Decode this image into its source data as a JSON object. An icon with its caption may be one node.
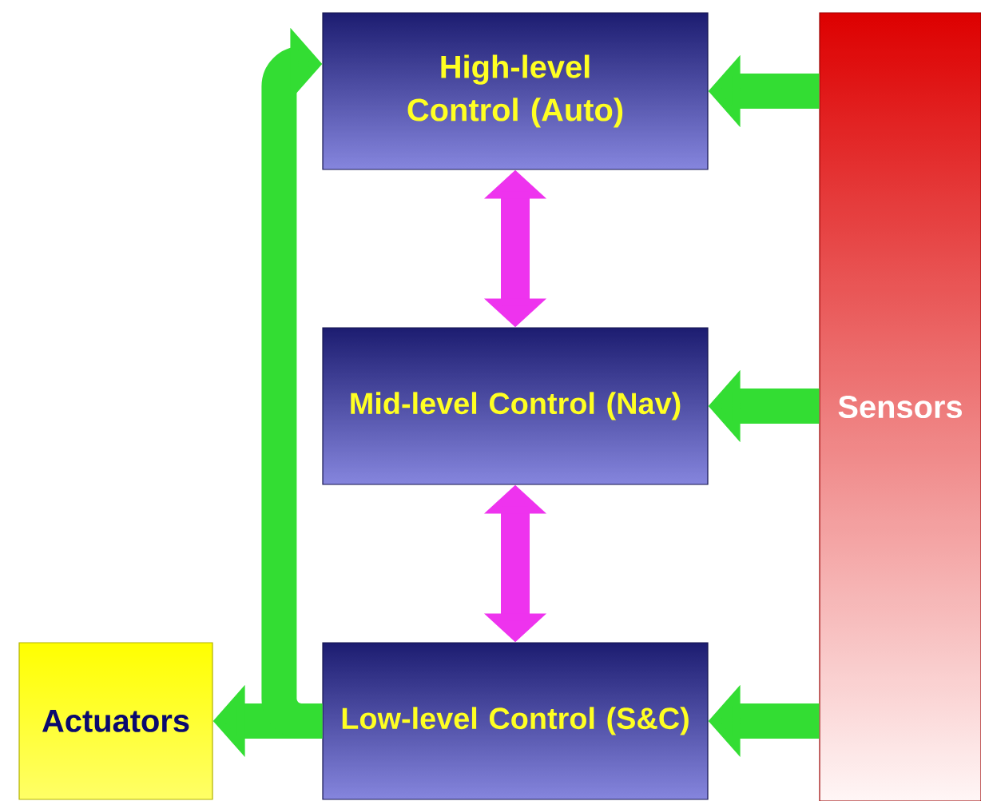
{
  "diagram": {
    "nodes": [
      {
        "text": [
          "High-level Control (Auto)"
        ]
      },
      {
        "text": [
          "Mid-level Control (Nav)"
        ]
      },
      {
        "text": [
          "Low-level Control (S&C)"
        ]
      },
      {
        "text": [
          "Sensors"
        ]
      },
      {
        "text": [
          "Actuators"
        ]
      }
    ],
    "edges": [
      {
        "from": 3,
        "to": 0,
        "arrow": "to"
      },
      {
        "from": 3,
        "to": 1,
        "arrow": "to"
      },
      {
        "from": 3,
        "to": 2,
        "arrow": "to"
      },
      {
        "from": 0,
        "to": 1,
        "arrow": "both",
        "color": "#ee33ee"
      },
      {
        "from": 1,
        "to": 2,
        "arrow": "both",
        "color": "#ee33ee"
      },
      {
        "from": 2,
        "to": 4,
        "arrow": "to"
      },
      {
        "from": 2,
        "to": 0,
        "arrow": "to"
      }
    ]
  }
}
